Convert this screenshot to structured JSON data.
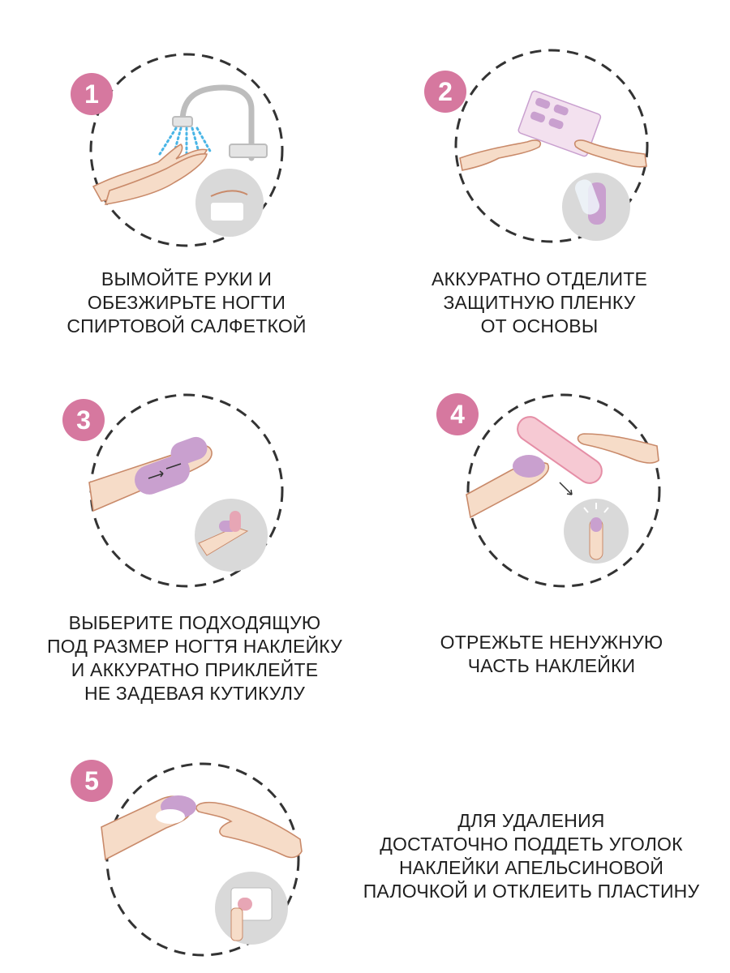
{
  "steps": [
    {
      "number": "1",
      "lines": [
        "ВЫМОЙТЕ РУКИ И",
        "ОБЕЗЖИРЬТЕ НОГТИ",
        "СПИРТОВОЙ САЛФЕТКОЙ"
      ]
    },
    {
      "number": "2",
      "lines": [
        "АККУРАТНО ОТДЕЛИТЕ",
        "ЗАЩИТНУЮ ПЛЕНКУ",
        "ОТ ОСНОВЫ"
      ]
    },
    {
      "number": "3",
      "lines": [
        "ВЫБЕРИТЕ ПОДХОДЯЩУЮ",
        "ПОД РАЗМЕР НОГТЯ НАКЛЕЙКУ",
        "И АККУРАТНО ПРИКЛЕЙТЕ",
        "НЕ ЗАДЕВАЯ КУТИКУЛУ"
      ]
    },
    {
      "number": "4",
      "lines": [
        "ОТРЕЖЬТЕ НЕНУЖНУЮ",
        "ЧАСТЬ НАКЛЕЙКИ"
      ]
    },
    {
      "number": "5",
      "lines": [
        "ДЛЯ УДАЛЕНИЯ",
        "ДОСТАТОЧНО ПОДДЕТЬ УГОЛОК",
        "НАКЛЕЙКИ АПЕЛЬСИНОВОЙ",
        "ПАЛОЧКОЙ И ОТКЛЕИТЬ ПЛАСТИНУ"
      ]
    }
  ],
  "colors": {
    "badge": "#d6789f",
    "skin": "#f6dcc8",
    "outline": "#c98a6a",
    "sticker": "#c9a0cf",
    "gray_circle": "#d9d9d9",
    "dash": "#333333",
    "water": "#49b5e6"
  }
}
